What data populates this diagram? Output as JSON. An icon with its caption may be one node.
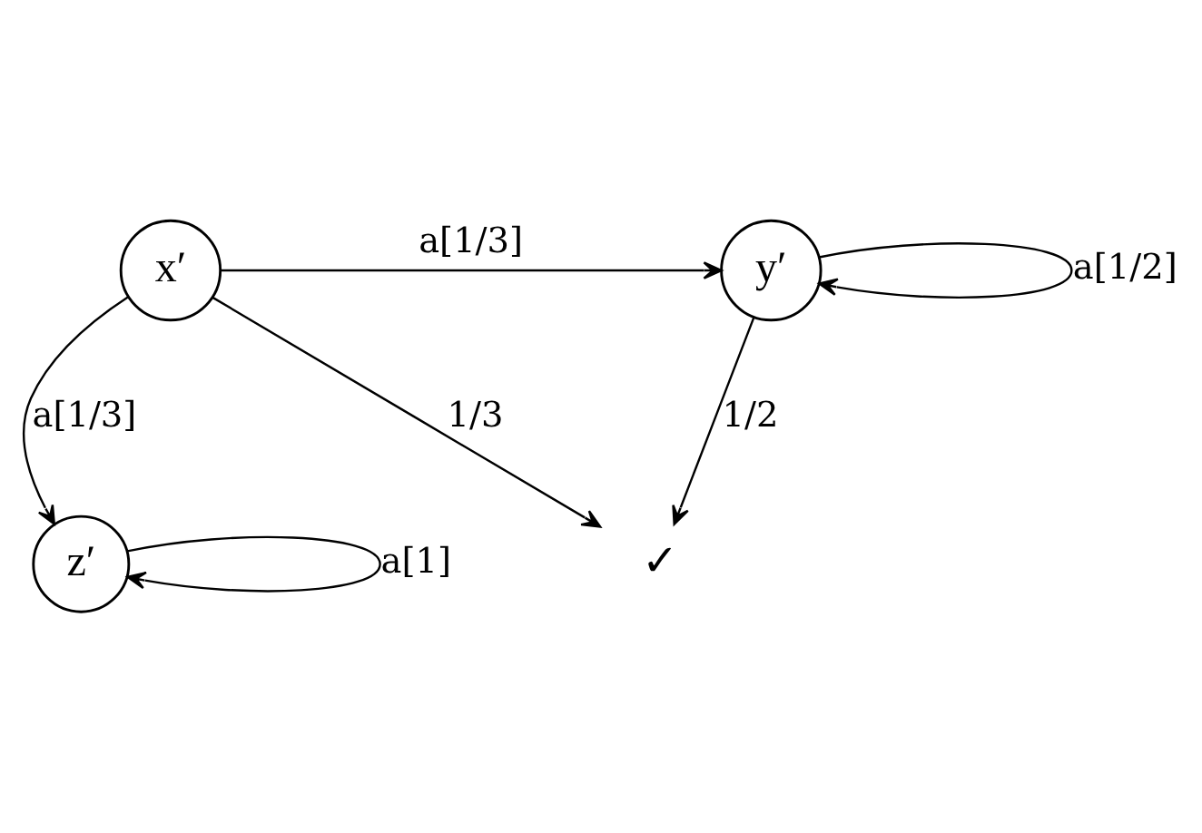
{
  "diagram": {
    "nodes": [
      {
        "text": [
          "x′"
        ]
      },
      {
        "text": [
          "y′"
        ]
      },
      {
        "text": [
          "z′"
        ]
      },
      {
        "text": [
          "✓"
        ]
      }
    ],
    "edges": [
      {
        "from": 0,
        "to": 1,
        "arrow": "to",
        "label": "a[1/3]"
      },
      {
        "from": 1,
        "to": 1,
        "arrow": "to",
        "label": "a[1/2]"
      },
      {
        "from": 0,
        "to": 2,
        "arrow": "to",
        "label": "a[1/3]"
      },
      {
        "from": 0,
        "to": 3,
        "arrow": "to",
        "label": "1/3"
      },
      {
        "from": 1,
        "to": 3,
        "arrow": "to",
        "label": "1/2"
      },
      {
        "from": 2,
        "to": 2,
        "arrow": "to",
        "label": "a[1]"
      }
    ]
  }
}
